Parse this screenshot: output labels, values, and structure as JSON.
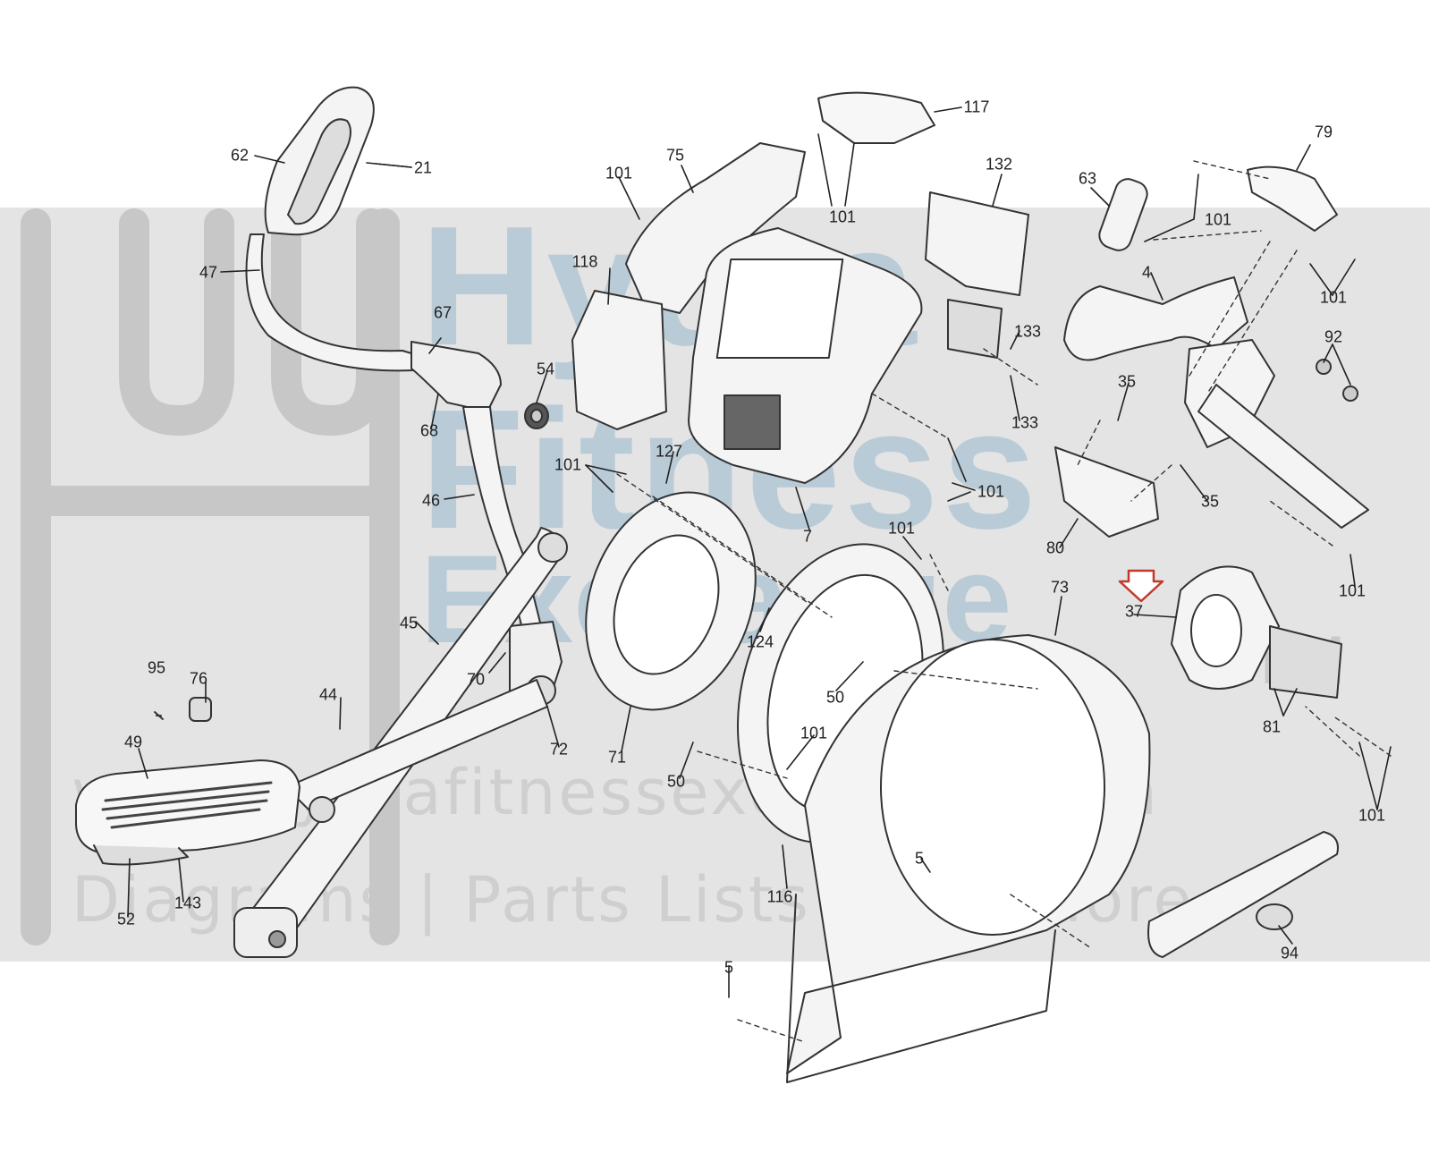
{
  "watermark": {
    "brand_line1": "Hydra",
    "brand_line2": "Fitness",
    "brand_line3": "Exchange",
    "trademark": "TM",
    "website": "www.hydrafitnessexchange.com",
    "tagline": "Diagrams | Parts Lists | and More"
  },
  "colors": {
    "band": "#e4e4e4",
    "watermark_blue": "#b9cbd7",
    "line": "#333333",
    "highlight_arrow": "#c0392b"
  },
  "callouts": [
    {
      "id": "c62",
      "text": "62"
    },
    {
      "id": "c21",
      "text": "21"
    },
    {
      "id": "c47",
      "text": "47"
    },
    {
      "id": "c67",
      "text": "67"
    },
    {
      "id": "c68",
      "text": "68"
    },
    {
      "id": "c54",
      "text": "54"
    },
    {
      "id": "c46",
      "text": "46"
    },
    {
      "id": "c45",
      "text": "45"
    },
    {
      "id": "c70",
      "text": "70"
    },
    {
      "id": "c72",
      "text": "72"
    },
    {
      "id": "c44",
      "text": "44"
    },
    {
      "id": "c95",
      "text": "95"
    },
    {
      "id": "c76",
      "text": "76"
    },
    {
      "id": "c49",
      "text": "49"
    },
    {
      "id": "c143",
      "text": "143"
    },
    {
      "id": "c52",
      "text": "52"
    },
    {
      "id": "c101a",
      "text": "101"
    },
    {
      "id": "c75",
      "text": "75"
    },
    {
      "id": "c117",
      "text": "117"
    },
    {
      "id": "c101b",
      "text": "101"
    },
    {
      "id": "c118",
      "text": "118"
    },
    {
      "id": "c132",
      "text": "132"
    },
    {
      "id": "c133a",
      "text": "133"
    },
    {
      "id": "c133b",
      "text": "133"
    },
    {
      "id": "c101c",
      "text": "101"
    },
    {
      "id": "c127",
      "text": "127"
    },
    {
      "id": "c101d",
      "text": "101"
    },
    {
      "id": "c7",
      "text": "7"
    },
    {
      "id": "c71",
      "text": "71"
    },
    {
      "id": "c124",
      "text": "124"
    },
    {
      "id": "c101e",
      "text": "101"
    },
    {
      "id": "c50a",
      "text": "50"
    },
    {
      "id": "c101f",
      "text": "101"
    },
    {
      "id": "c50b",
      "text": "50"
    },
    {
      "id": "c116",
      "text": "116"
    },
    {
      "id": "c73",
      "text": "73"
    },
    {
      "id": "c5a",
      "text": "5"
    },
    {
      "id": "c5b",
      "text": "5"
    },
    {
      "id": "c79",
      "text": "79"
    },
    {
      "id": "c63",
      "text": "63"
    },
    {
      "id": "c101g",
      "text": "101"
    },
    {
      "id": "c101h",
      "text": "101"
    },
    {
      "id": "c4",
      "text": "4"
    },
    {
      "id": "c92",
      "text": "92"
    },
    {
      "id": "c35a",
      "text": "35"
    },
    {
      "id": "c35b",
      "text": "35"
    },
    {
      "id": "c80",
      "text": "80"
    },
    {
      "id": "c101i",
      "text": "101"
    },
    {
      "id": "c37",
      "text": "37"
    },
    {
      "id": "c81",
      "text": "81"
    },
    {
      "id": "c101j",
      "text": "101"
    },
    {
      "id": "c94",
      "text": "94"
    }
  ]
}
